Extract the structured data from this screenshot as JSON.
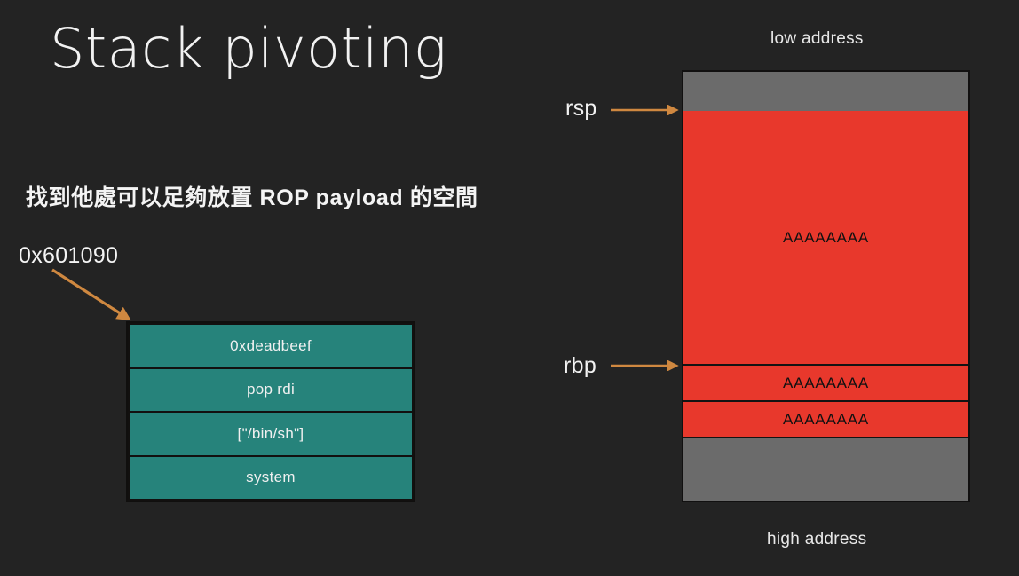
{
  "slide": {
    "title": "Stack pivoting",
    "subtitle": "找到他處可以足夠放置 ROP payload 的空間",
    "background_color": "#232323"
  },
  "rop_payload": {
    "address_label": "0x601090",
    "accent_color": "#26837b",
    "rows": [
      {
        "label": "0xdeadbeef"
      },
      {
        "label": "pop rdi"
      },
      {
        "label": "[\"/bin/sh\"]"
      },
      {
        "label": "system"
      }
    ]
  },
  "stack_diagram": {
    "low_address_label": "low address",
    "high_address_label": "high address",
    "colors": {
      "overflow": "#e8382c",
      "untouched": "#6b6b6b",
      "arrow": "#cf8840"
    },
    "registers": [
      {
        "name": "rsp"
      },
      {
        "name": "rbp"
      }
    ],
    "segments": [
      {
        "kind": "untouched",
        "label": ""
      },
      {
        "kind": "overflow",
        "label": "AAAAAAAA"
      },
      {
        "kind": "overflow",
        "label": "AAAAAAAA"
      },
      {
        "kind": "overflow",
        "label": "AAAAAAAA"
      },
      {
        "kind": "untouched",
        "label": ""
      }
    ]
  }
}
